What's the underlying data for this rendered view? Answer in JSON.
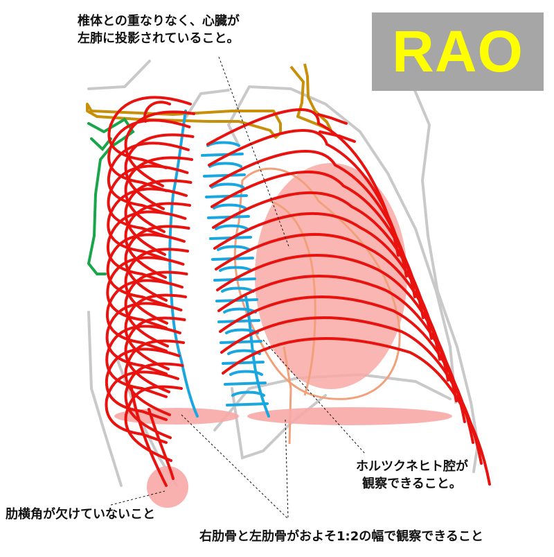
{
  "badge": {
    "label": "RAO",
    "background": "#a6a6a6",
    "color": "#ffff00"
  },
  "annotations": {
    "top": [
      "椎体との重なりなく、心臓が",
      "左肺に投影されていること。"
    ],
    "right": [
      "ホルツクネヒト腔が",
      "観察できること。"
    ],
    "left": "肋横角が欠けていないこと",
    "bottom": "右肋骨と左肋骨がおよそ1:2の幅で観察できること"
  },
  "colors": {
    "ribs": "#e8120f",
    "spine": "#1aa7e0",
    "clavicle": "#c8900a",
    "scapula": "#19a64b",
    "heart_outline": "#f2a07a",
    "heart_fill": "#f8a9a6",
    "body_outline": "#c9c9c9"
  }
}
